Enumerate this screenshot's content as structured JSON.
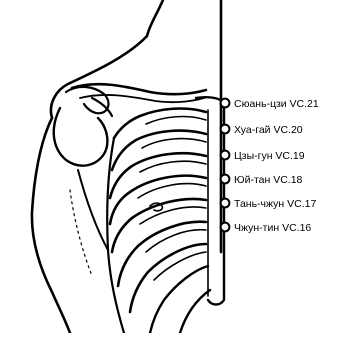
{
  "points": [
    {
      "label": "Сюань-цзи VC.21"
    },
    {
      "label": "Хуа-гай VC.20"
    },
    {
      "label": "Цзы-гун VC.19"
    },
    {
      "label": "Юй-тан VC.18"
    },
    {
      "label": "Тань-чжун VC.17"
    },
    {
      "label": "Чжун-тин VC.16"
    }
  ]
}
